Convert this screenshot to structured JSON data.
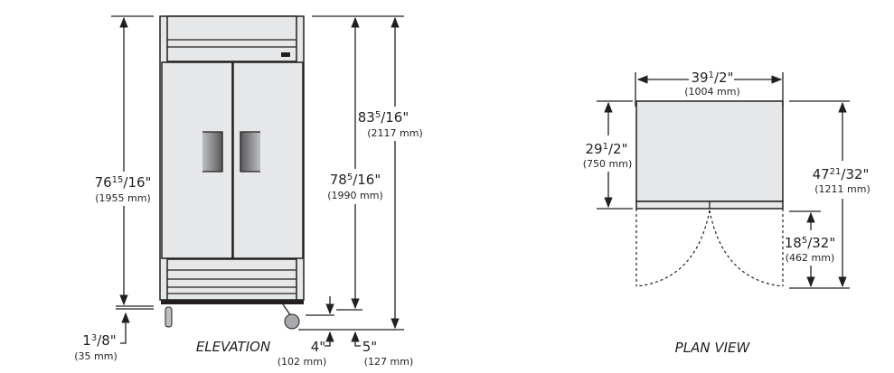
{
  "elevation": {
    "title": "ELEVATION",
    "height_body": {
      "whole": "76",
      "num": "15",
      "den": "/16\"",
      "mm": "(1955 mm)"
    },
    "height_legs": {
      "whole": "1",
      "num": "3",
      "den": "/8\"",
      "mm": "(35 mm)"
    },
    "height_total": {
      "whole": "83",
      "num": "5",
      "den": "/16\"",
      "mm": "(2117 mm)"
    },
    "height_cabinet": {
      "whole": "78",
      "num": "5",
      "den": "/16\"",
      "mm": "(1990 mm)"
    },
    "caster_4": {
      "whole": "4\"",
      "mm": "(102 mm)"
    },
    "caster_5": {
      "whole": "5\"",
      "mm": "(127 mm)"
    }
  },
  "plan": {
    "title": "PLAN VIEW",
    "width": {
      "whole": "39",
      "num": "1",
      "den": "/2\"",
      "mm": "(1004 mm)"
    },
    "depth": {
      "whole": "29",
      "num": "1",
      "den": "/2\"",
      "mm": "(750 mm)"
    },
    "depth_open": {
      "whole": "47",
      "num": "21",
      "den": "/32\"",
      "mm": "(1211 mm)"
    },
    "door_swing": {
      "whole": "18",
      "num": "5",
      "den": "/32\"",
      "mm": "(462 mm)"
    }
  }
}
